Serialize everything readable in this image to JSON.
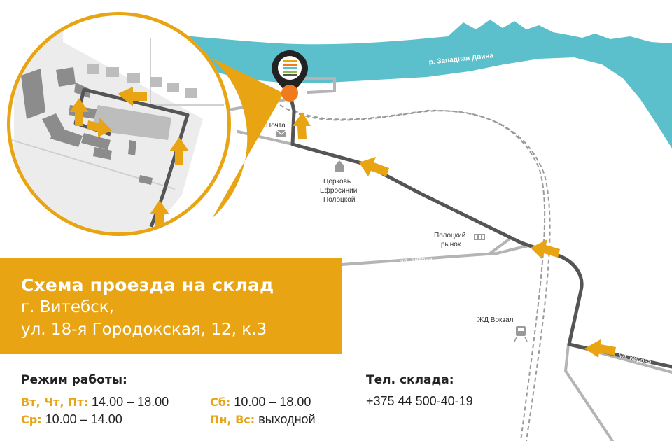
{
  "map": {
    "river_label": "р. Западная Двина",
    "streets": {
      "leningradskaya": "ул. Ленинградская",
      "titova": "ул. Титова",
      "kirova": "ул. Кирова"
    },
    "landmarks": {
      "post": "Почта",
      "church_line1": "Церковь",
      "church_line2": "Ефросинии",
      "church_line3": "Полоцкой",
      "market_line1": "Полоцкий",
      "market_line2": "рынок",
      "station": "ЖД Вокзал"
    },
    "colors": {
      "river": "#5bbfcc",
      "route": "#555555",
      "arrow": "#e8a412",
      "destination": "#f07b1e",
      "roads": "#b4b4b4"
    }
  },
  "banner": {
    "title": "Схема проезда на склад",
    "city": "г. Витебск,",
    "address": "ул. 18-я Городокская, 12, к.3"
  },
  "hours": {
    "header": "Режим работы:",
    "rows": [
      {
        "days": "Вт, Чт, Пт:",
        "time": "14.00 – 18.00"
      },
      {
        "days": "Ср:",
        "time": "10.00 – 14.00"
      },
      {
        "days": "Сб:",
        "time": "10.00 – 18.00"
      },
      {
        "days": "Пн, Вс:",
        "time": "выходной"
      }
    ]
  },
  "phone": {
    "header": "Тел. склада:",
    "number": "+375 44 500-40-19"
  }
}
